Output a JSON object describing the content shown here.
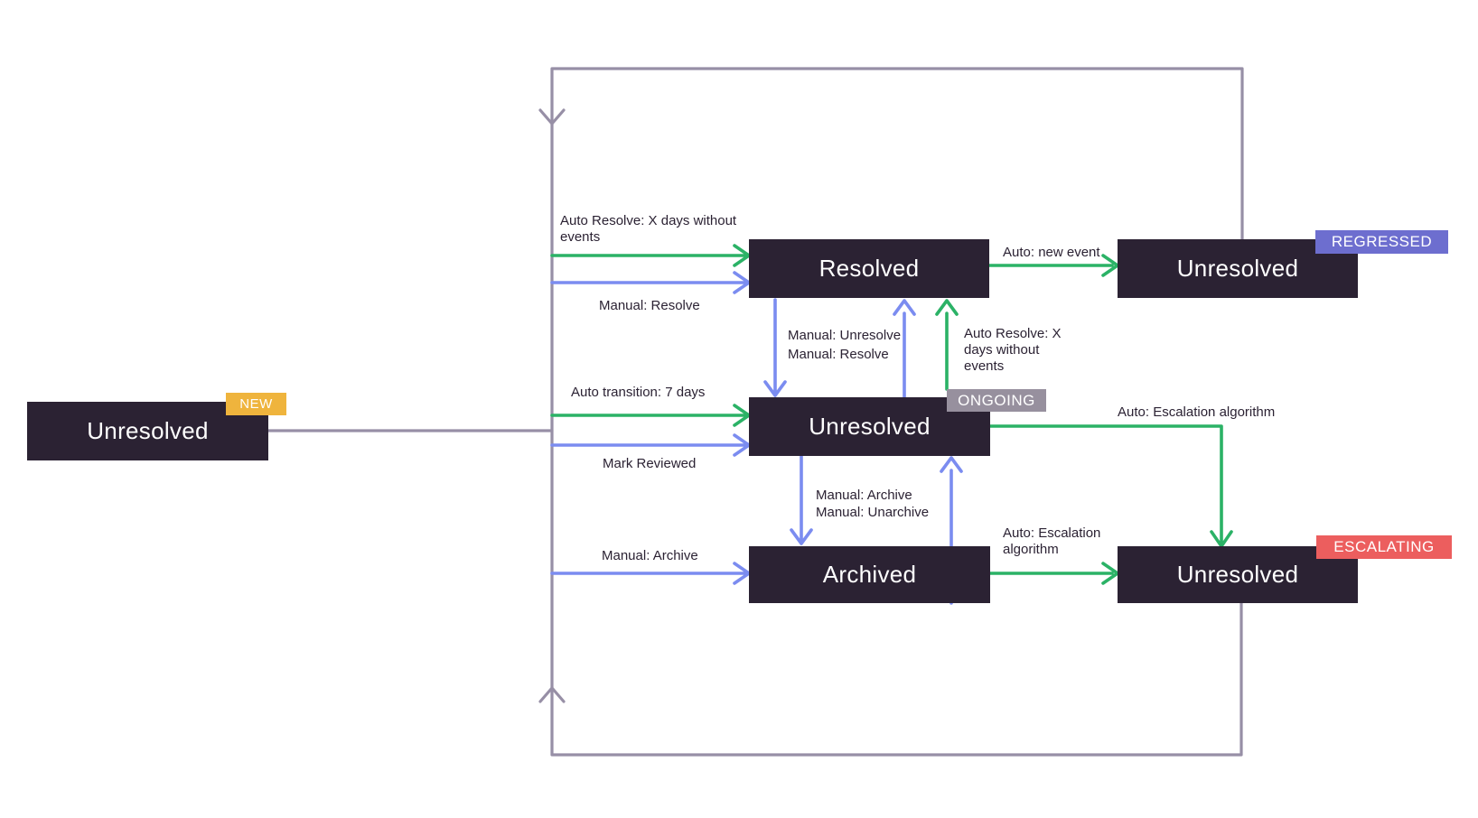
{
  "nodes": {
    "new": {
      "label": "Unresolved",
      "badge": "NEW"
    },
    "resolved": {
      "label": "Resolved"
    },
    "regressed": {
      "label": "Unresolved",
      "badge": "REGRESSED"
    },
    "ongoing": {
      "label": "Unresolved",
      "badge": "ONGOING"
    },
    "archived": {
      "label": "Archived"
    },
    "escalating": {
      "label": "Unresolved",
      "badge": "ESCALATING"
    }
  },
  "edge_labels": {
    "auto_resolve_days": "Auto Resolve: X days without\nevents",
    "manual_resolve": "Manual: Resolve",
    "auto_transition_7_days": "Auto transition: 7 days",
    "mark_reviewed": "Mark Reviewed",
    "manual_archive": "Manual: Archive",
    "manual_unresolve_manual_resolve": "Manual: Unresolve\nManual: Resolve",
    "auto_resolve_days_wrapped": "Auto Resolve: X\ndays without\nevents",
    "manual_archive_unarchive": "Manual: Archive\nManual: Unarchive",
    "auto_new_event": "Auto: new event",
    "auto_escalation_algorithm": "Auto: Escalation algorithm",
    "auto_escalation_algorithm_wrapped": "Auto: Escalation\nalgorithm"
  },
  "colors": {
    "node_bg": "#2B2233",
    "node_text": "#FFFFFF",
    "label_text": "#2B2233",
    "wire_gray": "#978FA6",
    "arrow_green": "#2BB266",
    "arrow_blue": "#7B8CF0",
    "badge_new": "#EFB43D",
    "badge_ongoing": "#97909E",
    "badge_regressed": "#6D6ECF",
    "badge_escalating": "#EC5E5E"
  }
}
